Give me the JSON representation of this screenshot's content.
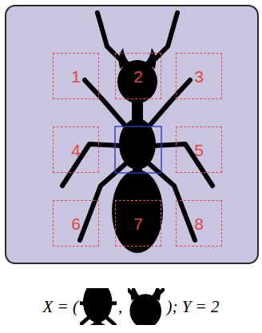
{
  "diagram": {
    "nodes": [
      {
        "text": [
          "1"
        ]
      },
      {
        "text": [
          "2"
        ]
      },
      {
        "text": [
          "3"
        ]
      },
      {
        "text": [
          "4"
        ]
      },
      {
        "text": [
          "5"
        ]
      },
      {
        "text": [
          "6"
        ]
      },
      {
        "text": [
          "7"
        ]
      },
      {
        "text": [
          "8"
        ]
      }
    ],
    "labels": [
      "X = (",
      ", ",
      "); Y = 2"
    ]
  }
}
